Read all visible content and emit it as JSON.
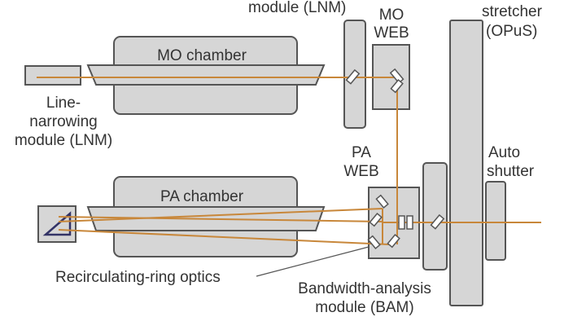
{
  "colors": {
    "beam": "#c8873a",
    "component_fill": "#d6d6d6",
    "component_stroke": "#555555",
    "label_text": "#333333",
    "background": "#ffffff"
  },
  "labels": {
    "top_lnm_partial": "module (LNM)",
    "mo_web": [
      "MO",
      "WEB"
    ],
    "opus_partial": [
      "stretcher",
      "(OPuS)"
    ],
    "mo_chamber": "MO chamber",
    "lnm_left": [
      "Line-",
      "narrowing",
      "module (LNM)"
    ],
    "pa_web": [
      "PA",
      "WEB"
    ],
    "auto_shutter": [
      "Auto",
      "shutter"
    ],
    "pa_chamber": "PA chamber",
    "recirculating": "Recirculating-ring optics",
    "bam": [
      "Bandwidth-analysis",
      "module (BAM)"
    ]
  }
}
